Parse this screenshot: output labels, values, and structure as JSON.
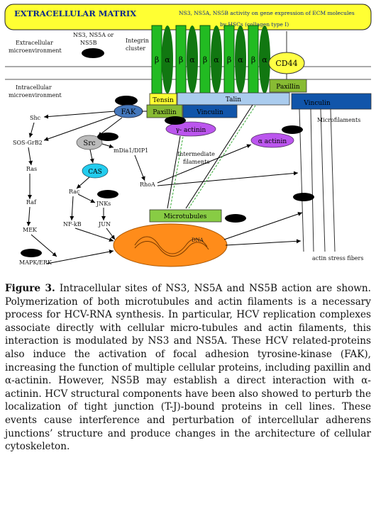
{
  "diagram": {
    "matrix_label": "EXTRACELLULAR MATRIX",
    "ecm_note_line1": "NS3, NS5A, NS5B activity on gene expression of ECM molecules",
    "ecm_note_line2": "by HSCs (collagen type I)",
    "extracellular_line1": "Extracellular",
    "extracellular_line2": "microenvironment",
    "ns_label_line1": "NS3, NS5A or",
    "ns_label_line2": "NS5B",
    "integrin_line1": "Integrin",
    "integrin_line2": "cluster",
    "integrin_letters": [
      "β",
      "α",
      "β",
      "α",
      "β",
      "α",
      "β",
      "α",
      "β",
      "α"
    ],
    "cd44": "CD44",
    "intracellular_line1": "Intracellular",
    "intracellular_line2": "microenvironment",
    "tensin": "Tensin",
    "talin": "Talin",
    "paxillin_right": "Paxillin",
    "paxillin_left": "Paxillin",
    "vinculin_left": "Vinculin",
    "vinculin_right": "Vinculin",
    "fak": "FAK",
    "shc": "Shc",
    "sos_grb2": "SOS-GrB2",
    "src": "Src",
    "mdia": "mDia1/DIP1",
    "gamma_actinin": "γ- actinin",
    "alpha_actinin": "α actinin",
    "microfilaments": "Microfilaments",
    "intermediate_line1": "Intermediate",
    "intermediate_line2": "filaments",
    "cas": "CAS",
    "ras": "Ras",
    "rhoa": "RhoA",
    "rac": "Rac",
    "jnks": "JNKs",
    "raf": "Raf",
    "microtubules": "Microtubules",
    "nfkb": "NF-kB",
    "jun": "JUN",
    "mek": "MEK",
    "dna": "DNA",
    "mapk_erk": "MAPK/ERK",
    "actin_stress": "actin stress fibers"
  },
  "caption": {
    "figure_label": "Figure 3.",
    "text": "Intracellular sites of NS3, NS5A and NS5B action are shown. Polymerization of both microtubules and actin filaments is a necessary process for HCV-RNA synthesis. In particular, HCV replication complexes associate directly with cellular micro-tubules and actin filaments, this interaction is modulated by NS3 and NS5A. These HCV related-proteins also induce the activation of focal adhesion tyrosine-kinase (FAK), increasing the function of multiple cellular proteins, including paxillin and α-actinin. However, NS5B may establish a direct interaction with α-actinin. HCV structural components have been also showed to perturb the localization of tight junction (T-J)-bound proteins in cell lines. These events cause interference and perturbation of intercellular adherens junctions’ structure and produce changes in the architecture of cellular cytoskeleton."
  },
  "colors": {
    "matrix_yellow": "#ffff33",
    "integrin_green": "#22bb22",
    "integrin_dark": "#117711",
    "cd44_yellow": "#ffff44",
    "paxillin_green": "#88bb33",
    "vinculin_blue": "#1155aa",
    "talin_lightblue": "#aaccee",
    "fak_blue": "#4477bb",
    "src_gray": "#bbbbbb",
    "cas_cyan": "#22ccee",
    "actinin_purple": "#bb55ee",
    "dna_orange": "#ff8c1a",
    "microtubules_green": "#88cc44"
  }
}
